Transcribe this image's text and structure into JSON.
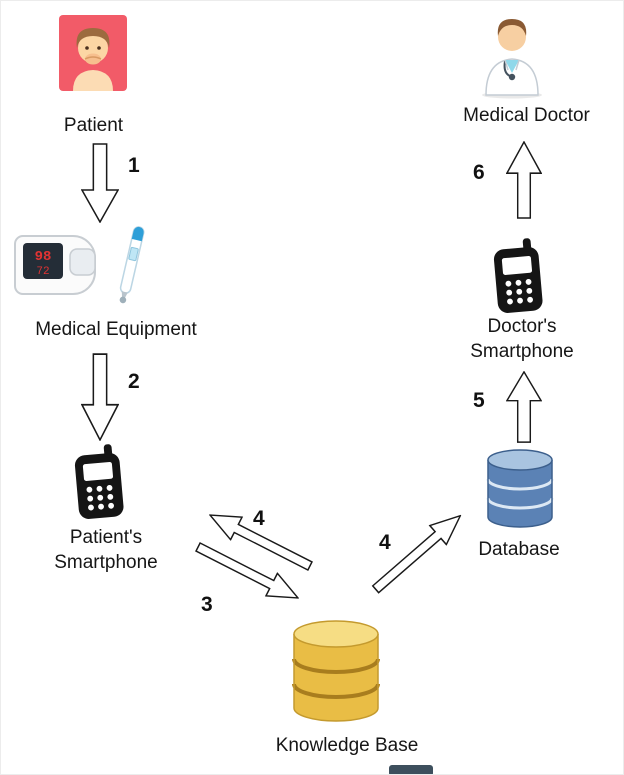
{
  "diagram": {
    "nodes": {
      "patient": {
        "label": "Patient"
      },
      "medical_equipment": {
        "label": "Medical Equipment"
      },
      "patient_smartphone": {
        "line1": "Patient's",
        "line2": "Smartphone"
      },
      "knowledge_base": {
        "label": "Knowledge Base"
      },
      "database": {
        "label": "Database"
      },
      "doctor_smartphone": {
        "line1": "Doctor's",
        "line2": "Smartphone"
      },
      "medical_doctor": {
        "label": "Medical Doctor"
      }
    },
    "steps": {
      "s1": "1",
      "s2": "2",
      "s3": "3",
      "s4a": "4",
      "s4b": "4",
      "s5": "5",
      "s6": "6"
    },
    "colors": {
      "patient_bg": "#f25b68",
      "kb_body": "#e9bd45",
      "kb_top": "#f6dd84",
      "kb_groove": "#a87d1e",
      "db_body": "#5b82b5",
      "db_top": "#a9c4e0",
      "db_groove": "#dce8f4",
      "phone_color": "#151515",
      "arrow_fill": "#ffffff",
      "arrow_stroke": "#1a1a1a",
      "step_color": "#111111",
      "label_color": "#161616",
      "artifact": "#3d4f5d"
    }
  }
}
